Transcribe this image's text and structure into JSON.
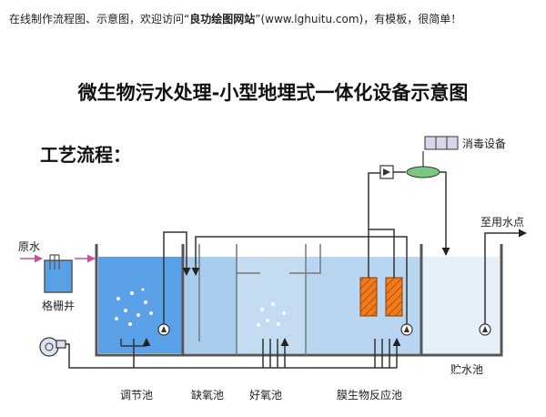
{
  "banner": {
    "prefix": "在线制作流程图、示意图，欢迎访问“",
    "site_name": "良功绘图网站",
    "suffix": "”(www.lghuitu.com)，有模板，很简单！"
  },
  "title": "微生物污水处理-小型地埋式一体化设备示意图",
  "subtitle": "工艺流程：",
  "labels": {
    "raw_water": "原水",
    "screen_well": "格栅井",
    "disinfection": "消毒设备",
    "to_use": "至用水点",
    "regulating_tank": "调节池",
    "anoxic_tank": "缺氧池",
    "aerobic_tank": "好氧池",
    "mbr_tank": "膜生物反应池",
    "storage_tank": "贮水池"
  },
  "colors": {
    "regulating_water": "#5aa0e6",
    "anoxic_water": "#a9cdef",
    "aerobic_water": "#c4dcf2",
    "mbr_water": "#b8d6f1",
    "storage_water": "#e6f0fb",
    "tank_wall": "#555555",
    "pipe": "#333333",
    "arrow_pink": "#cc4f9a",
    "membrane_orange": "#f07a1c",
    "valve_green": "#7dc67d"
  }
}
